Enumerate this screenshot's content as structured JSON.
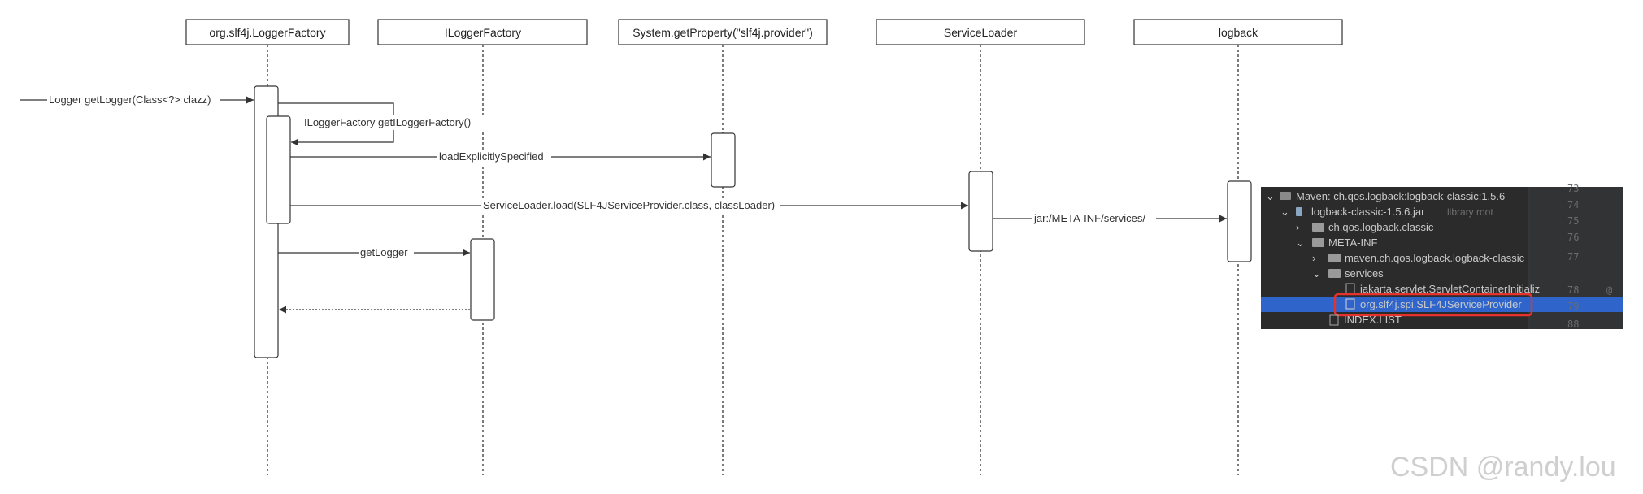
{
  "participants": [
    {
      "label": "org.slf4j.LoggerFactory"
    },
    {
      "label": "ILoggerFactory"
    },
    {
      "label": "System.getProperty(\"slf4j.provider\")"
    },
    {
      "label": "ServiceLoader"
    },
    {
      "label": "logback"
    }
  ],
  "messages": {
    "entry": "Logger getLogger(Class<?> clazz)",
    "self_call": "ILoggerFactory getILoggerFactory()",
    "load_explicit": "loadExplicitlySpecified",
    "service_load": "ServiceLoader.load(SLF4JServiceProvider.class, classLoader)",
    "jar_path": "jar:/META-INF/services/",
    "get_logger": "getLogger"
  },
  "ide_tree": {
    "items": [
      {
        "label": "Maven: ch.qos.logback:logback-classic:1.5.6",
        "suffix": ""
      },
      {
        "label": "logback-classic-1.5.6.jar",
        "suffix": "library root"
      },
      {
        "label": "ch.qos.logback.classic",
        "suffix": ""
      },
      {
        "label": "META-INF",
        "suffix": ""
      },
      {
        "label": "maven.ch.qos.logback.logback-classic",
        "suffix": ""
      },
      {
        "label": "services",
        "suffix": ""
      },
      {
        "label": "jakarta.servlet.ServletContainerInitializ",
        "suffix": ""
      },
      {
        "label": "org.slf4j.spi.SLF4JServiceProvider",
        "suffix": ""
      },
      {
        "label": "INDEX.LIST",
        "suffix": ""
      }
    ],
    "line_numbers": [
      "73",
      "74",
      "75",
      "76",
      "77",
      "78",
      "79",
      "88"
    ],
    "gutter_symbol": "@"
  },
  "watermark": "CSDN @randy.lou",
  "colors": {
    "line": "#333333",
    "ide_bg": "#2b2b2b",
    "ide_selected": "#2f65ca",
    "highlight_box": "#e5322d"
  }
}
